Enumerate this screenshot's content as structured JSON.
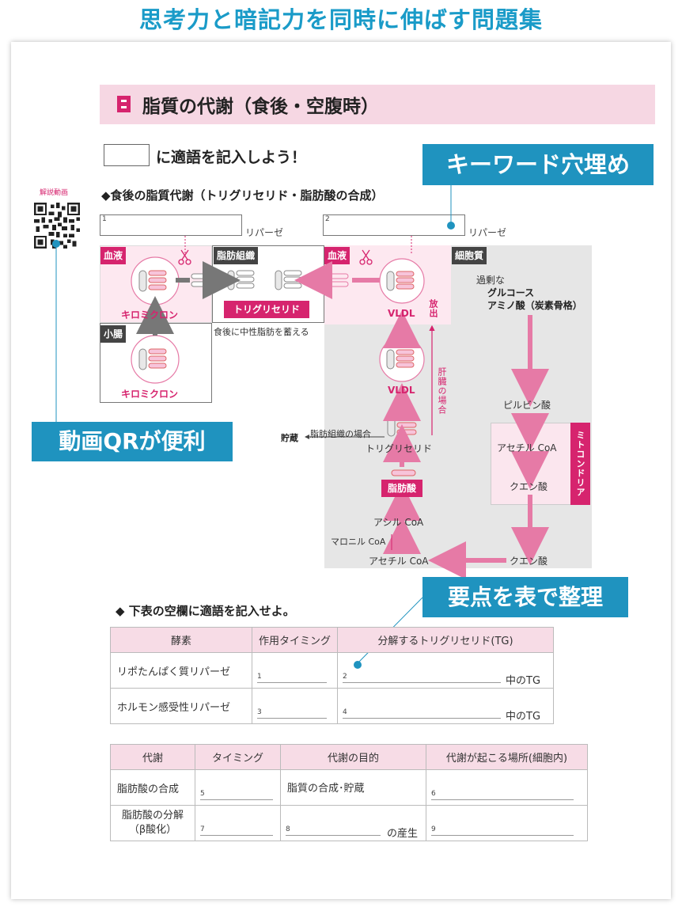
{
  "header": {
    "title": "思考力と暗記力を同時に伸ばす問題集"
  },
  "section": {
    "title": "脂質の代謝（食後・空腹時）"
  },
  "instruction": {
    "text": "に適語を記入しよう！"
  },
  "callouts": {
    "keyword": "キーワード穴埋め",
    "qr": "動画QRが便利",
    "table": "要点を表で整理"
  },
  "qr": {
    "caption": "解説動画"
  },
  "diagram": {
    "subtitle": "◆食後の脂質代謝（トリグリセリド・脂肪酸の合成）",
    "blank1": {
      "num": "1",
      "suffix": "リパーゼ"
    },
    "blank2": {
      "num": "2",
      "suffix": "リパーゼ"
    },
    "tags": {
      "blood1": "血液",
      "adipose": "脂肪組織",
      "blood2": "血液",
      "cytoplasm": "細胞質",
      "intestine": "小腸",
      "mito": "ミトコンドリア"
    },
    "labels": {
      "chylo1": "キロミクロン",
      "chylo2": "キロミクロン",
      "tg_box": "トリグリセリド",
      "store_note": "食後に中性脂肪を蓄える",
      "vldl1": "VLDL",
      "vldl2": "VLDL",
      "release": "放出",
      "liver_case": "肝臓の場合",
      "excess": "過剰な",
      "glucose": "グルコース",
      "amino": "アミノ酸（炭素骨格）",
      "pyruvate": "ピルビン酸",
      "acetylcoa_m": "アセチル CoA",
      "citrate_m": "クエン酸",
      "citrate": "クエン酸",
      "acetylcoa": "アセチル CoA",
      "malonyl": "マロニル CoA",
      "acyl": "アシル CoA",
      "fa_box": "脂肪酸",
      "tg": "トリグリセリド",
      "adip_case": "脂肪組織の場合",
      "storage": "貯蔵"
    }
  },
  "table1": {
    "subtitle": "◆ 下表の空欄に適語を記入せよ。",
    "headers": [
      "酵素",
      "作用タイミング",
      "分解するトリグリセリド(TG)"
    ],
    "rows": [
      {
        "enzyme": "リポたんぱく質リパーゼ",
        "blank_a": "1",
        "blank_b": "2",
        "suffix": "中のTG"
      },
      {
        "enzyme": "ホルモン感受性リパーゼ",
        "blank_a": "3",
        "blank_b": "4",
        "suffix": "中のTG"
      }
    ]
  },
  "table2": {
    "headers": [
      "代謝",
      "タイミング",
      "代謝の目的",
      "代謝が起こる場所(細胞内)"
    ],
    "rows": [
      {
        "name": "脂肪酸の合成",
        "blank_t": "5",
        "purpose": "脂質の合成･貯蔵",
        "blank_p": "6"
      },
      {
        "name": "脂肪酸の分解",
        "name2": "（β酸化）",
        "blank_t": "7",
        "blank_m": "8",
        "purpose_suffix": "の産生",
        "blank_p": "9"
      }
    ]
  },
  "colors": {
    "accent_blue": "#1f93bf",
    "accent_pink": "#d6246e",
    "arrow_pink": "#e67aa6",
    "pink_bg": "#f6d7e3"
  }
}
